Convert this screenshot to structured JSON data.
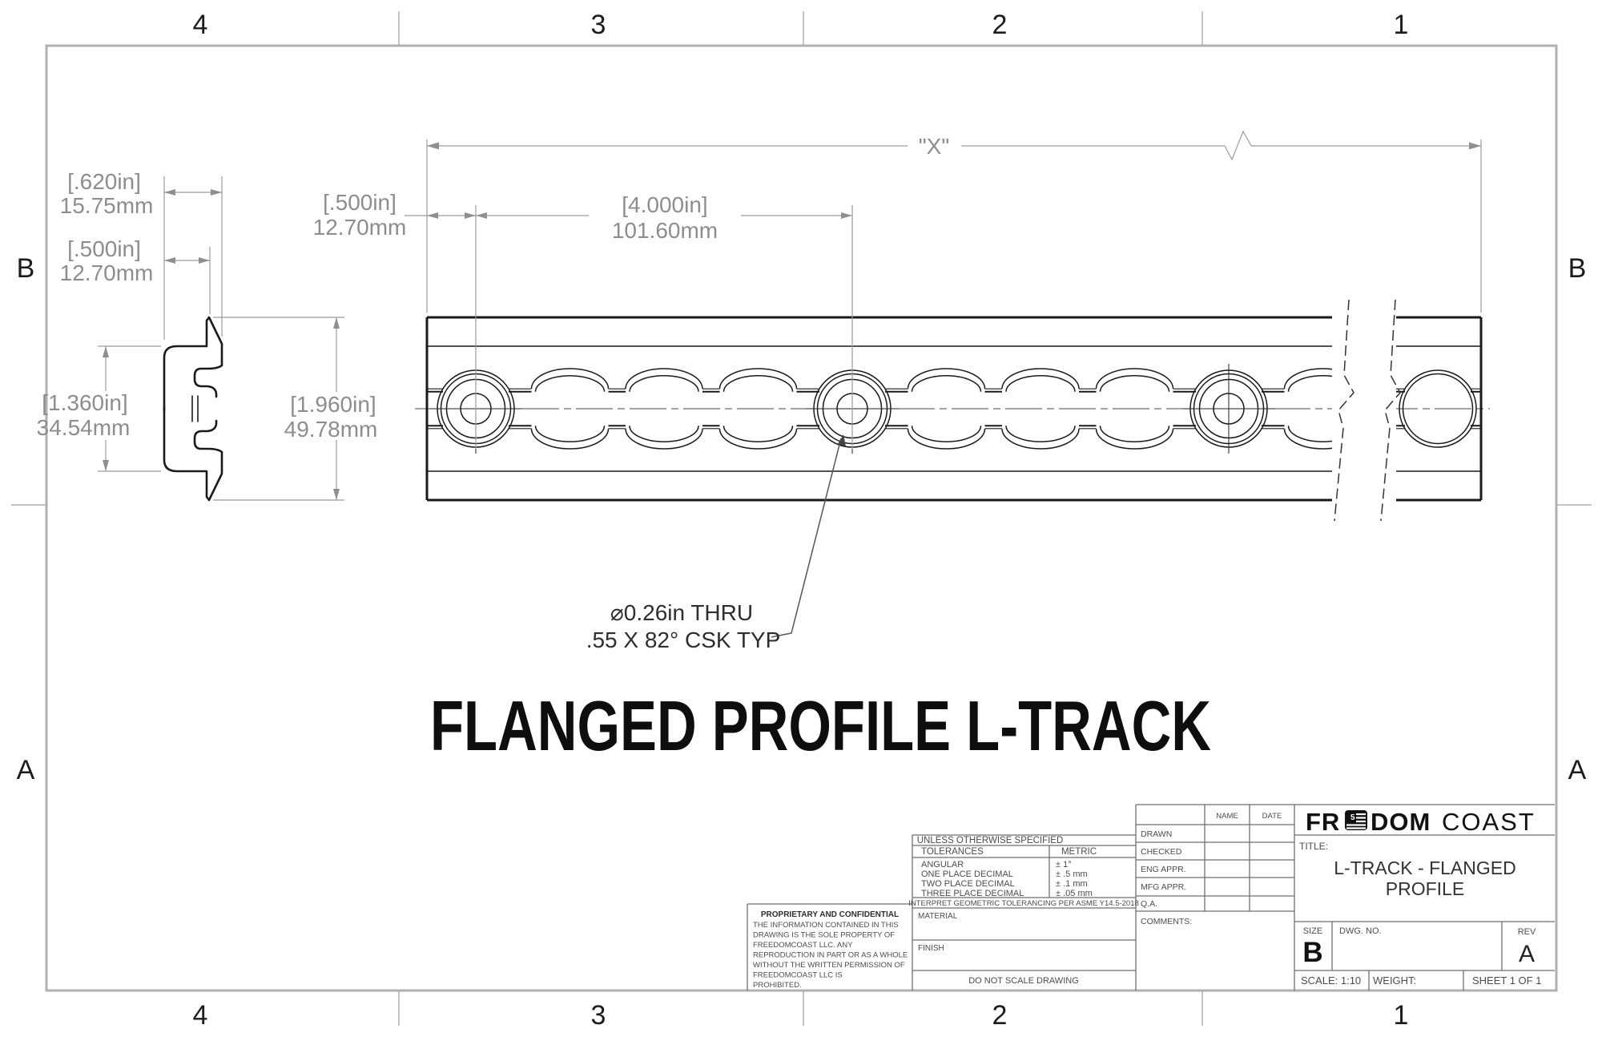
{
  "sheet": {
    "zones_top": [
      "4",
      "3",
      "2",
      "1"
    ],
    "zones_bottom": [
      "4",
      "3",
      "2",
      "1"
    ],
    "zones_left": [
      "B",
      "A"
    ],
    "zones_right": [
      "B",
      "A"
    ],
    "colors": {
      "line_black": "#1a1a1a",
      "dim_gray": "#8d8d8d",
      "border_gray": "#b0b0b0"
    }
  },
  "drawing": {
    "main_title": "FLANGED PROFILE L-TRACK",
    "length_label": "\"X\"",
    "hole_callout_line1": "⌀0.26in THRU",
    "hole_callout_line2": ".55 X 82° CSK TYP",
    "dimensions": {
      "flange_width": {
        "in": "[.620in]",
        "mm": "15.75mm"
      },
      "web_offset": {
        "in": "[.500in]",
        "mm": "12.70mm"
      },
      "body_height": {
        "in": "[1.360in]",
        "mm": "34.54mm"
      },
      "overall_height": {
        "in": "[1.960in]",
        "mm": "49.78mm"
      },
      "end_offset": {
        "in": "[.500in]",
        "mm": "12.70mm"
      },
      "hole_pitch": {
        "in": "[4.000in]",
        "mm": "101.60mm"
      }
    }
  },
  "title_block": {
    "tolerances": {
      "header": "UNLESS OTHERWISE SPECIFIED",
      "tolerances_label": "TOLERANCES",
      "metric_label": "METRIC",
      "rows": [
        {
          "label": "ANGULAR",
          "value": "± 1°"
        },
        {
          "label": "ONE PLACE DECIMAL",
          "value": "± .5 mm"
        },
        {
          "label": "TWO PLACE DECIMAL",
          "value": "± .1 mm"
        },
        {
          "label": "THREE PLACE DECIMAL",
          "value": "± .05 mm"
        }
      ],
      "interpret": "INTERPRET GEOMETRIC TOLERANCING PER ASME Y14.5-2018",
      "material_label": "MATERIAL",
      "finish_label": "FINISH",
      "do_not_scale": "DO NOT SCALE DRAWING"
    },
    "proprietary": {
      "heading": "PROPRIETARY AND CONFIDENTIAL",
      "lines": [
        "THE INFORMATION CONTAINED IN THIS",
        "DRAWING IS THE SOLE PROPERTY OF",
        "FREEDOMCOAST LLC.  ANY",
        "REPRODUCTION IN PART OR AS A WHOLE",
        "WITHOUT THE WRITTEN PERMISSION OF",
        "FREEDOMCOAST LLC IS",
        "PROHIBITED."
      ]
    },
    "approvals": {
      "name_label": "NAME",
      "date_label": "DATE",
      "rows": [
        "DRAWN",
        "CHECKED",
        "ENG APPR.",
        "MFG APPR.",
        "Q.A."
      ],
      "comments_label": "COMMENTS:"
    },
    "logo": {
      "part1": "FR",
      "part2": "DOM",
      "part3": "COAST",
      "flag_number": "5"
    },
    "title_label": "TITLE:",
    "title_line1": "L-TRACK - FLANGED",
    "title_line2": "PROFILE",
    "size_label": "SIZE",
    "size_value": "B",
    "dwg_label": "DWG.  NO.",
    "rev_label": "REV",
    "rev_value": "A",
    "scale_text": "SCALE: 1:10",
    "weight_label": "WEIGHT:",
    "sheet_text": "SHEET 1 OF 1"
  }
}
